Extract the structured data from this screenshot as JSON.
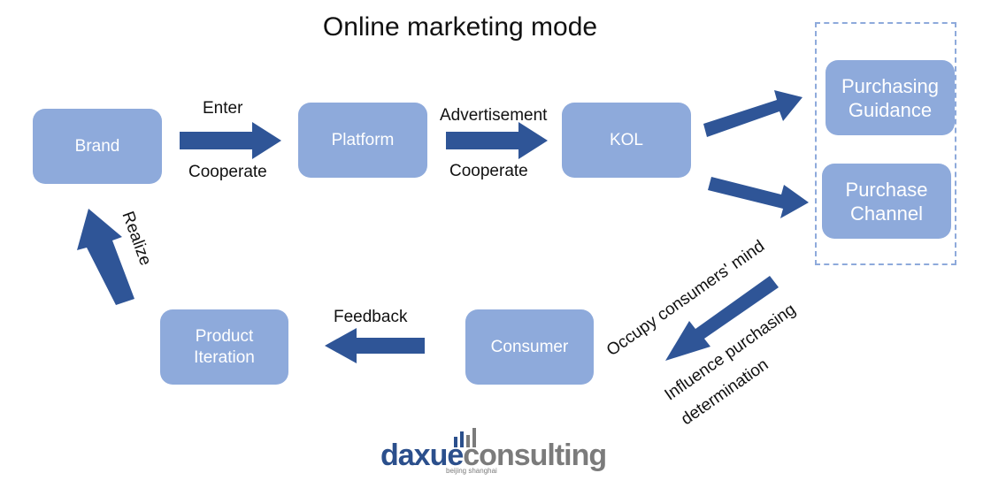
{
  "title": "Online marketing mode",
  "nodes": {
    "brand": "Brand",
    "platform": "Platform",
    "kol": "KOL",
    "purchasing_guidance_l1": "Purchasing",
    "purchasing_guidance_l2": "Guidance",
    "purchase_channel_l1": "Purchase",
    "purchase_channel_l2": "Channel",
    "consumer": "Consumer",
    "product_iteration_l1": "Product",
    "product_iteration_l2": "Iteration"
  },
  "edge_labels": {
    "enter": "Enter",
    "cooperate_1": "Cooperate",
    "advertisement": "Advertisement",
    "cooperate_2": "Cooperate",
    "realize": "Realize",
    "feedback": "Feedback",
    "occupy": "Occupy consumers' mind",
    "influence_l1": "Influence purchasing",
    "influence_l2": "determination"
  },
  "logo": {
    "part1": "daxue",
    "part2": "consulting",
    "sub": "beijing shanghai"
  },
  "colors": {
    "node_fill": "#8eaadb",
    "arrow_fill": "#2f5597",
    "logo_blue": "#2b4f8c",
    "logo_gray": "#7b7b7b"
  }
}
